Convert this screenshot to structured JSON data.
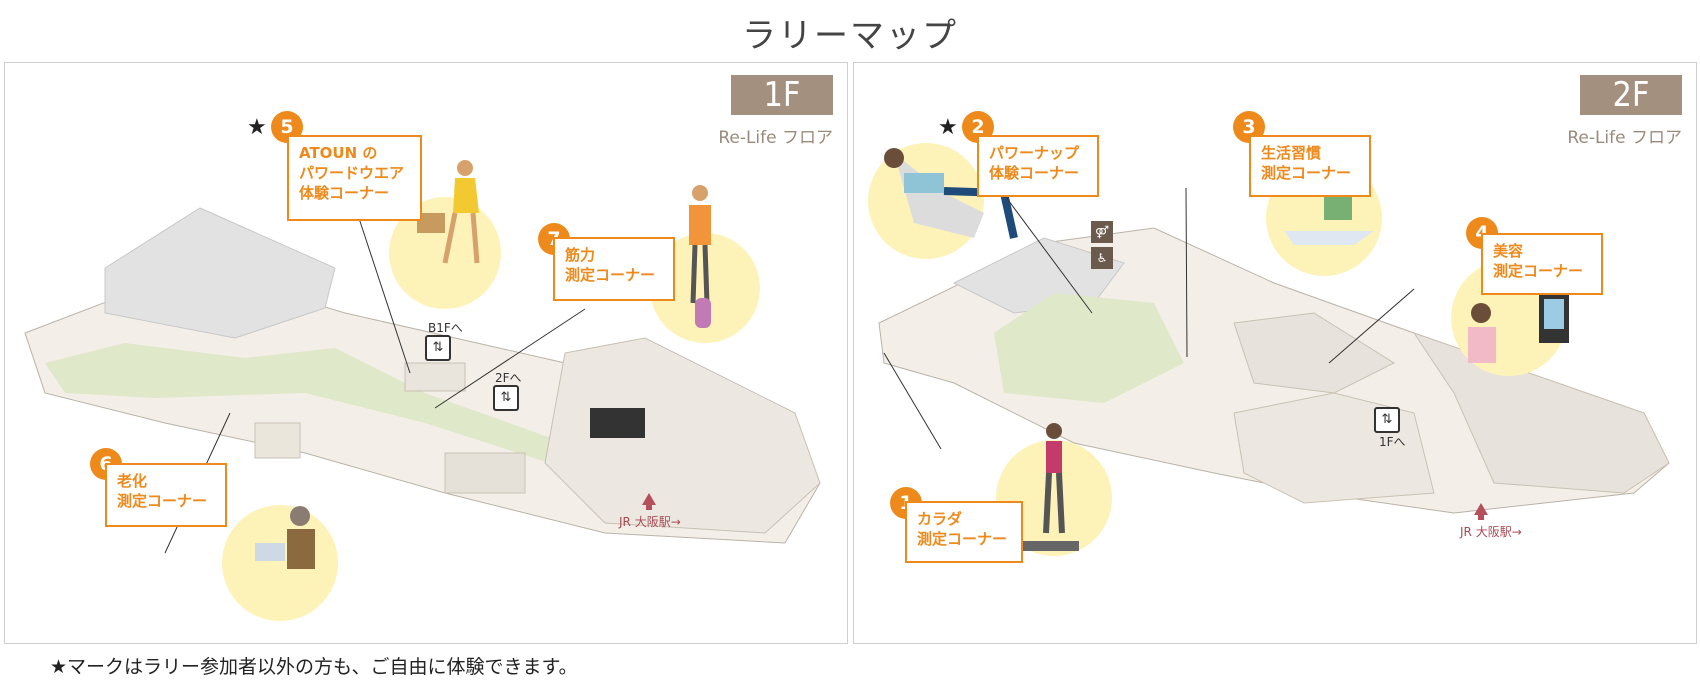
{
  "title": "ラリーマップ",
  "footnote": "★マークはラリー参加者以外の方も、ご自由に体験できます。",
  "colors": {
    "accent": "#ee8a1b",
    "badge": "#a4907e",
    "station": "#b4505a",
    "highlight": "#fdf3b8"
  },
  "floors": [
    {
      "badge": "1F",
      "name": "Re-Life フロア",
      "station": "JR 大阪駅→",
      "signs": {
        "b1f": "B1Fへ",
        "2f": "2Fへ"
      },
      "spots": [
        {
          "num": "5",
          "star": "★",
          "label": "ATOUN の\nパワードウエア\n体験コーナー"
        },
        {
          "num": "7",
          "label": "筋力\n測定コーナー"
        },
        {
          "num": "6",
          "label": "老化\n測定コーナー"
        }
      ]
    },
    {
      "badge": "2F",
      "name": "Re-Life フロア",
      "station": "JR 大阪駅→",
      "signs": {
        "1f": "1Fへ"
      },
      "spots": [
        {
          "num": "2",
          "star": "★",
          "label": "パワーナップ\n体験コーナー"
        },
        {
          "num": "3",
          "label": "生活習慣\n測定コーナー"
        },
        {
          "num": "4",
          "label": "美容\n測定コーナー"
        },
        {
          "num": "1",
          "label": "カラダ\n測定コーナー"
        }
      ]
    }
  ],
  "icons": [
    "star-icon",
    "escalator-icon",
    "restroom-icon",
    "accessible-icon",
    "arrow-up-icon"
  ]
}
